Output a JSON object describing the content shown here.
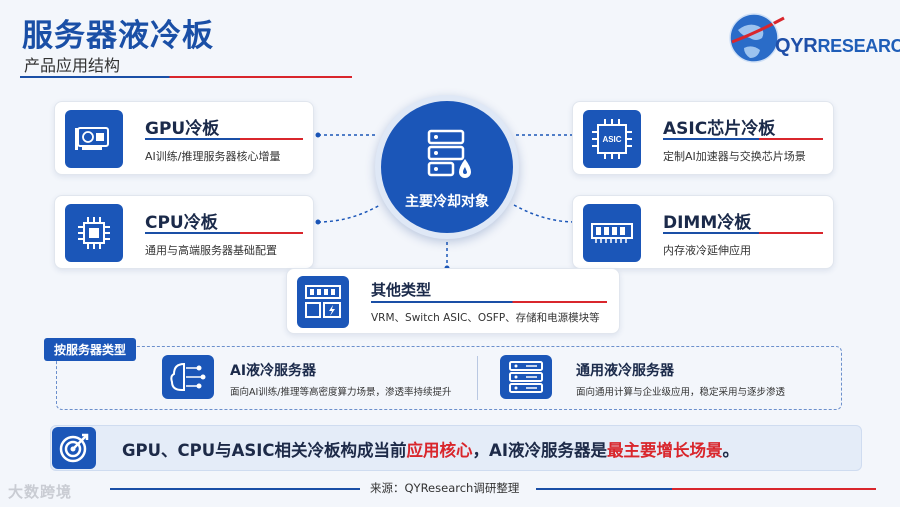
{
  "header": {
    "title": "服务器液冷板",
    "subtitle": "产品应用结构"
  },
  "logo": {
    "brand_prefix": "QYR",
    "brand_suffix": "RESEARCH"
  },
  "center": {
    "label": "主要冷却对象",
    "icon": "server-droplet-icon"
  },
  "cards": {
    "gpu": {
      "title": "GPU冷板",
      "desc": "AI训练/推理服务器核心增量",
      "icon": "gpu-card-icon"
    },
    "cpu": {
      "title": "CPU冷板",
      "desc": "通用与高端服务器基础配置",
      "icon": "cpu-chip-icon"
    },
    "asic": {
      "title": "ASIC芯片冷板",
      "desc": "定制AI加速器与交换芯片场景",
      "icon": "asic-chip-icon",
      "icon_text": "ASIC"
    },
    "dimm": {
      "title": "DIMM冷板",
      "desc": "内存液冷延伸应用",
      "icon": "memory-module-icon"
    },
    "other": {
      "title": "其他类型",
      "desc": "VRM、Switch ASIC、OSFP、存储和电源模块等",
      "icon": "power-module-icon"
    }
  },
  "servers": {
    "tag": "按服务器类型",
    "ai": {
      "title": "AI液冷服务器",
      "desc": "面向AI训练/推理等高密度算力场景，渗透率持续提升",
      "icon": "ai-brain-icon"
    },
    "general": {
      "title": "通用液冷服务器",
      "desc": "面向通用计算与企业级应用，稳定采用与逐步渗透",
      "icon": "server-rack-icon"
    }
  },
  "banner": {
    "part1": "GPU、CPU与ASIC相关冷板构成当前",
    "highlight1": "应用核心",
    "part2": "，AI液冷服务器是",
    "highlight2": "最主要增长场景",
    "part3": "。",
    "icon": "target-icon"
  },
  "footer": {
    "source": "来源：QYResearch调研整理",
    "watermark": "大数跨境"
  },
  "colors": {
    "primary": "#1b56b8",
    "accent_red": "#d9262c",
    "background": "#f3f6fb"
  }
}
